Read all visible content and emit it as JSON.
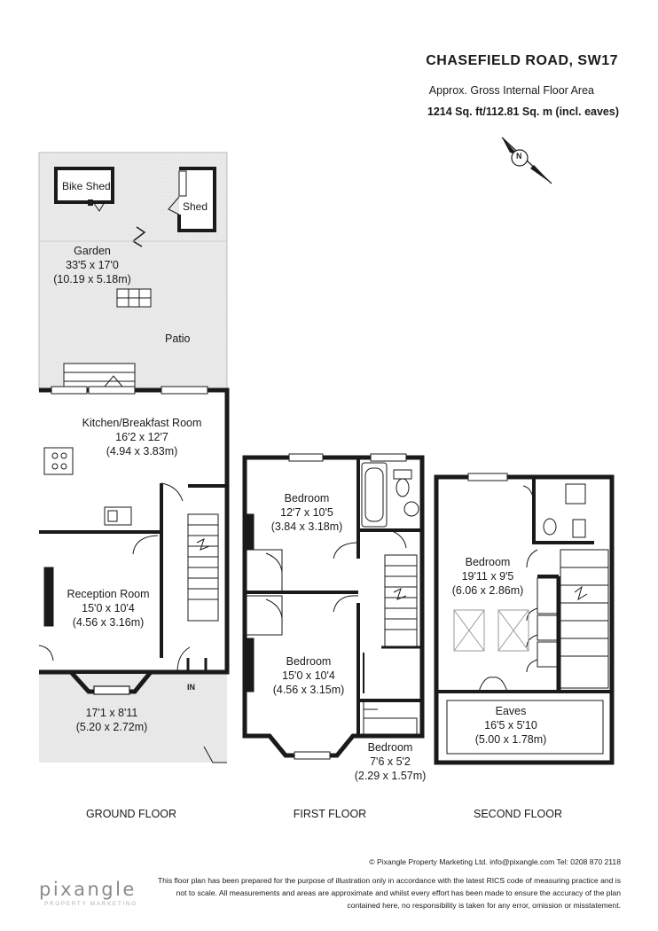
{
  "header": {
    "title": "CHASEFIELD ROAD, SW17",
    "subtitle": "Approx. Gross Internal Floor Area",
    "area": "1214 Sq. ft/112.81 Sq. m (incl. eaves)",
    "compass_letter": "N"
  },
  "ground_floor": {
    "label": "GROUND FLOOR",
    "bike_shed": "Bike Shed",
    "shed": "Shed",
    "garden": [
      "Garden",
      "33'5 x 17'0",
      "(10.19 x 5.18m)"
    ],
    "patio": "Patio",
    "kitchen": [
      "Kitchen/Breakfast Room",
      "16'2 x 12'7",
      "(4.94 x 3.83m)"
    ],
    "reception": [
      "Reception Room",
      "15'0 x 10'4",
      "(4.56 x 3.16m)"
    ],
    "front": [
      "17'1 x 8'11",
      "(5.20 x 2.72m)"
    ],
    "entrance": "IN"
  },
  "first_floor": {
    "label": "FIRST FLOOR",
    "bedroom_rear": [
      "Bedroom",
      "12'7 x 10'5",
      "(3.84 x 3.18m)"
    ],
    "bedroom_front": [
      "Bedroom",
      "15'0 x 10'4",
      "(4.56 x 3.15m)"
    ],
    "bedroom_small": [
      "Bedroom",
      "7'6 x 5'2",
      "(2.29 x 1.57m)"
    ]
  },
  "second_floor": {
    "label": "SECOND FLOOR",
    "bedroom": [
      "Bedroom",
      "19'11 x 9'5",
      "(6.06 x 2.86m)"
    ],
    "eaves": [
      "Eaves",
      "16'5 x 5'10",
      "(5.00 x 1.78m)"
    ]
  },
  "footer": {
    "copyright": "© Pixangle Property Marketing Ltd. info@pixangle.com Tel: 0208 870 2118",
    "disclaimer": [
      "This floor plan has been prepared for the purpose of illustration only in accordance with the latest RICS code of measuring practice and is",
      "not to scale. All measurements and areas are approximate and whilst every effort has been made to ensure the accuracy of the plan",
      "contained here, no responsibility is taken for any error, omission or misstatement."
    ],
    "logo": "pixangle",
    "logo_sub": "PROPERTY MARKETING"
  },
  "colors": {
    "wall": "#1a1a1a",
    "outdoor_fill": "#e6e6e6",
    "logo_accent": "#a9b7a4"
  }
}
